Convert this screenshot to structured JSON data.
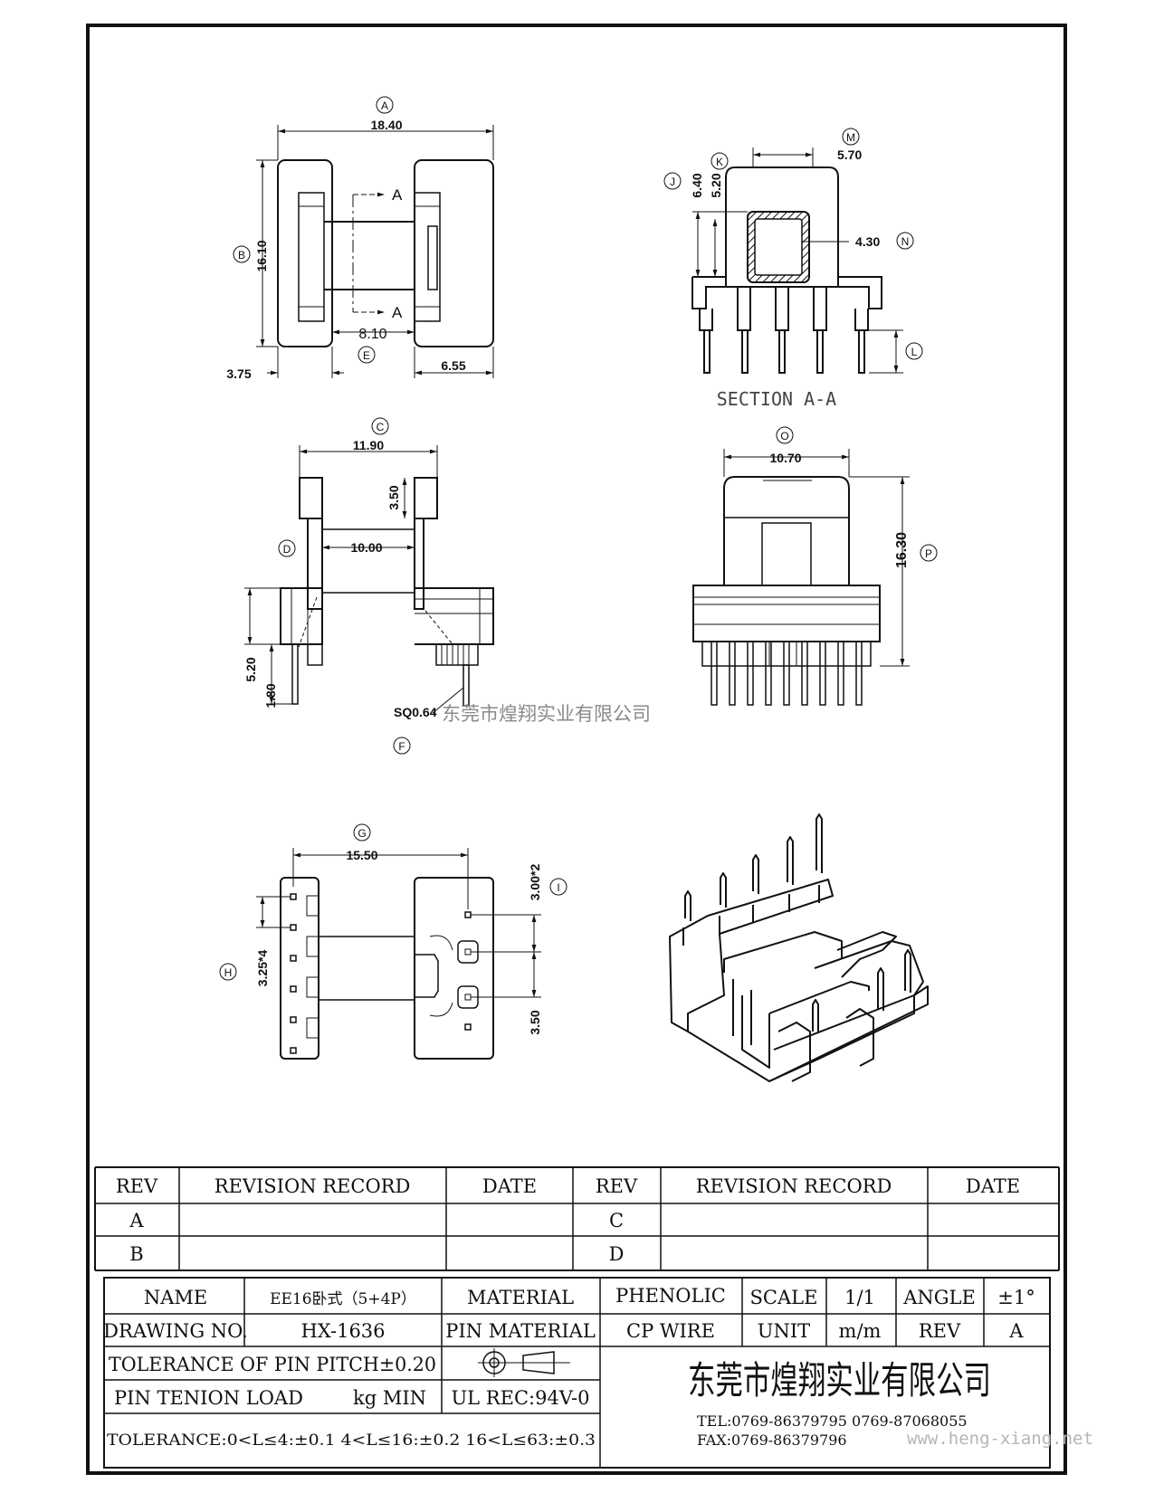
{
  "views": {
    "top": {
      "callout_overall_width": "A",
      "overall_width": "18.40",
      "callout_height": "B",
      "height": "16.10",
      "callout_gap": "E",
      "gap": "8.10",
      "left_offset": "3.75",
      "right_flange": "6.55",
      "section_mark": "A"
    },
    "section": {
      "callout_width": "M",
      "width": "5.70",
      "callout_outer": "J",
      "outer_height": "6.40",
      "callout_inner": "K",
      "inner_height": "5.20",
      "callout_core": "N",
      "core": "4.30",
      "callout_pin": "L",
      "title": "SECTION A-A"
    },
    "side": {
      "callout_width": "C",
      "width": "11.90",
      "flange": "3.50",
      "callout_inner": "D",
      "inner": "10.00",
      "base_height": "5.20",
      "pin_stub": "1.80",
      "pin_size": "SQ0.64",
      "callout_pin": "F"
    },
    "front": {
      "callout_width": "O",
      "width": "10.70",
      "callout_height": "P",
      "height": "16.30"
    },
    "bottom": {
      "callout_span": "G",
      "span": "15.50",
      "callout_pitch_left": "H",
      "pitch_left": "3.25*4",
      "callout_pitch_right": "I",
      "pitch_right": "3.00*2",
      "offset": "3.50"
    }
  },
  "watermark_company": "东莞市煌翔实业有限公司",
  "revision_table": {
    "headers": [
      "REV",
      "REVISION RECORD",
      "DATE",
      "REV",
      "REVISION RECORD",
      "DATE"
    ],
    "rows": [
      [
        "A",
        "",
        "",
        "C",
        "",
        ""
      ],
      [
        "B",
        "",
        "",
        "D",
        "",
        ""
      ]
    ]
  },
  "title_block": {
    "name_label": "NAME",
    "name_value": "EE16卧式（5+4P）",
    "material_label": "MATERIAL",
    "material_value": "PHENOLIC",
    "scale_label": "SCALE",
    "scale_value": "1/1",
    "angle_label": "ANGLE",
    "angle_value": "±1°",
    "drawing_no_label": "DRAWING NO.",
    "drawing_no_value": "HX-1636",
    "pin_material_label": "PIN MATERIAL",
    "pin_material_value": "CP WIRE",
    "unit_label": "UNIT",
    "unit_value": "m/m",
    "rev_label": "REV",
    "rev_value": "A",
    "tolerance_pitch": "TOLERANCE OF PIN PITCH±0.20",
    "pin_tension": "PIN TENION LOAD",
    "pin_tension_unit": "kg MIN",
    "ul_rec": "UL REC:94V-0",
    "tolerance_general": "TOLERANCE:0<L≤4:±0.1  4<L≤16:±0.2  16<L≤63:±0.3",
    "company": "东莞市煌翔实业有限公司",
    "tel": "TEL:0769-86379795   0769-87068055",
    "fax": "FAX:0769-86379796",
    "website": "www.heng-xiang.net"
  }
}
